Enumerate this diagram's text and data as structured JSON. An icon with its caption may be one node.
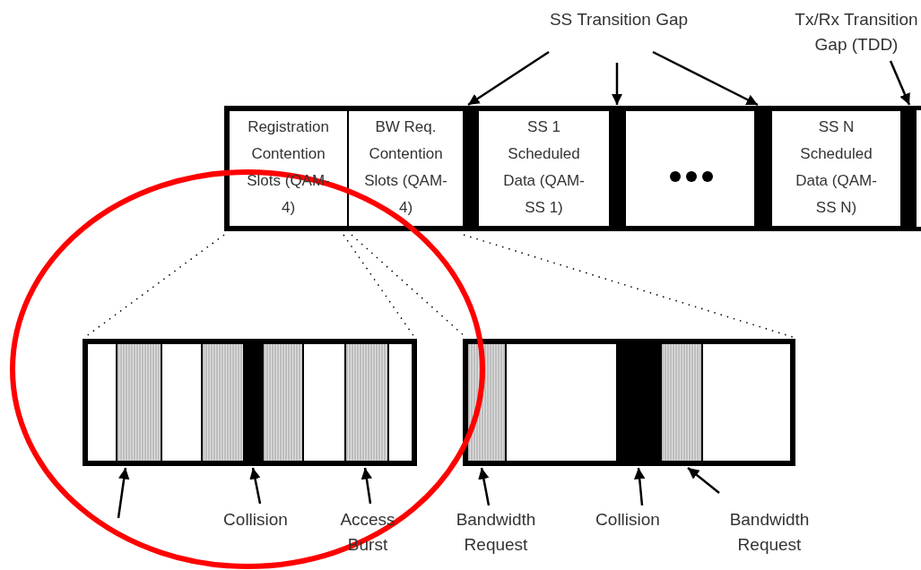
{
  "diagram": {
    "nodes": [
      {
        "text": [
          "SS Transition Gap"
        ]
      },
      {
        "text": [
          "Tx/Rx Transition Gap (TDD)"
        ]
      },
      {
        "text": [],
        "shape": "box"
      },
      {
        "text": [
          "Registration Contention Slots (QAM-4)"
        ],
        "in": 2
      },
      {
        "text": [
          "BW Req. Contention Slots (QAM-4)"
        ],
        "in": 2
      },
      {
        "text": [],
        "shape": "bar",
        "in": 2
      },
      {
        "text": [
          "SS 1 Scheduled Data (QAM-SS 1)"
        ],
        "in": 2
      },
      {
        "text": [],
        "shape": "bar",
        "in": 2
      },
      {
        "text": [],
        "shape": "box",
        "in": 2
      },
      {
        "text": [],
        "shape": "bar",
        "in": 2
      },
      {
        "text": [
          "SS N Scheduled Data (QAM-SS N)"
        ],
        "in": 2
      },
      {
        "text": [],
        "shape": "bar",
        "in": 2
      },
      {
        "text": [],
        "shape": "box"
      },
      {
        "text": [],
        "shape": "bar",
        "in": 12
      },
      {
        "text": [],
        "shape": "bar",
        "in": 12
      },
      {
        "text": [],
        "shape": "bar",
        "in": 12
      },
      {
        "text": [],
        "shape": "bar",
        "in": 12
      },
      {
        "text": [],
        "shape": "bar",
        "in": 12
      },
      {
        "text": [],
        "shape": "bar",
        "in": 12
      },
      {
        "text": [],
        "shape": "bar",
        "in": 12
      },
      {
        "text": [],
        "shape": "bar",
        "in": 12
      },
      {
        "text": [],
        "shape": "bar",
        "in": 12
      },
      {
        "text": [],
        "shape": "box"
      },
      {
        "text": [],
        "shape": "bar",
        "in": 22
      },
      {
        "text": [],
        "shape": "bar",
        "in": 22
      },
      {
        "text": [],
        "shape": "bar",
        "in": 22
      },
      {
        "text": [],
        "shape": "bar",
        "in": 22
      },
      {
        "text": [],
        "shape": "bar",
        "in": 22
      },
      {
        "text": [
          "Collision"
        ]
      },
      {
        "text": [
          "Access Burst"
        ]
      },
      {
        "text": [
          "Bandwidth Request"
        ]
      },
      {
        "text": [
          "Collision"
        ]
      },
      {
        "text": [
          "Bandwidth Request"
        ]
      }
    ],
    "edges": [
      {
        "from": 0,
        "to": 5,
        "arrow": "to"
      },
      {
        "from": 0,
        "to": 7,
        "arrow": "to"
      },
      {
        "from": 0,
        "to": 9,
        "arrow": "to"
      },
      {
        "from": 1,
        "to": 11,
        "arrow": "to"
      },
      {
        "from": 3,
        "to": 12,
        "arrow": "none",
        "style": "dashed"
      },
      {
        "from": 3,
        "to": 12,
        "arrow": "none",
        "style": "dashed"
      },
      {
        "from": 4,
        "to": 22,
        "arrow": "none",
        "style": "dashed"
      },
      {
        "from": 4,
        "to": 22,
        "arrow": "none",
        "style": "dashed"
      },
      {
        "from": null,
        "to": 14,
        "arrow": "to"
      },
      {
        "from": 28,
        "to": 17,
        "arrow": "to"
      },
      {
        "from": 29,
        "to": 20,
        "arrow": "to"
      },
      {
        "from": 30,
        "to": 23,
        "arrow": "to"
      },
      {
        "from": 31,
        "to": 25,
        "arrow": "to"
      },
      {
        "from": 32,
        "to": 26,
        "arrow": "to"
      }
    ]
  }
}
